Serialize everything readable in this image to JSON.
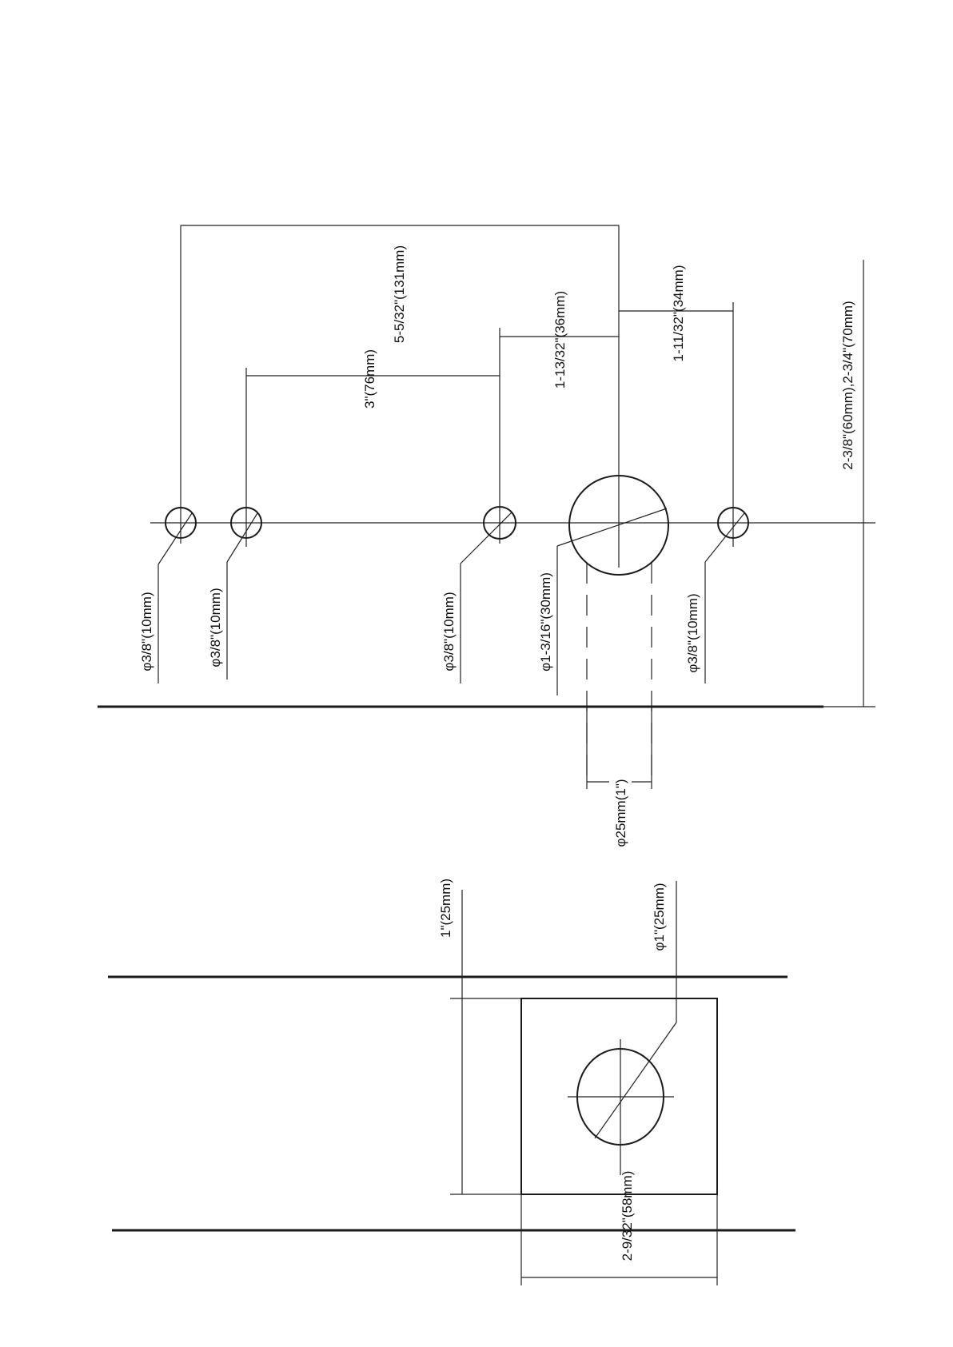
{
  "labels": {
    "overall": "5-5/32\"(131mm)",
    "spacing_3in": "3\"(76mm)",
    "spacing_1_13_32": "1-13/32\"(36mm)",
    "spacing_1_11_32": "1-11/32\"(34mm)",
    "backset": "2-3/8\"(60mm),2-3/4\"(70mm)",
    "hole_a": "φ3/8\"(10mm)",
    "hole_b": "φ3/8\"(10mm)",
    "hole_c": "φ3/8\"(10mm)",
    "hole_main": "φ1-3/16\"(30mm)",
    "hole_d": "φ3/8\"(10mm)",
    "bore_edge": "φ25mm(1\")",
    "edge_bore_dia": "φ1\"(25mm)",
    "plate_width": "1\"(25mm)",
    "plate_length": "2-9/32\"(58mm)"
  }
}
